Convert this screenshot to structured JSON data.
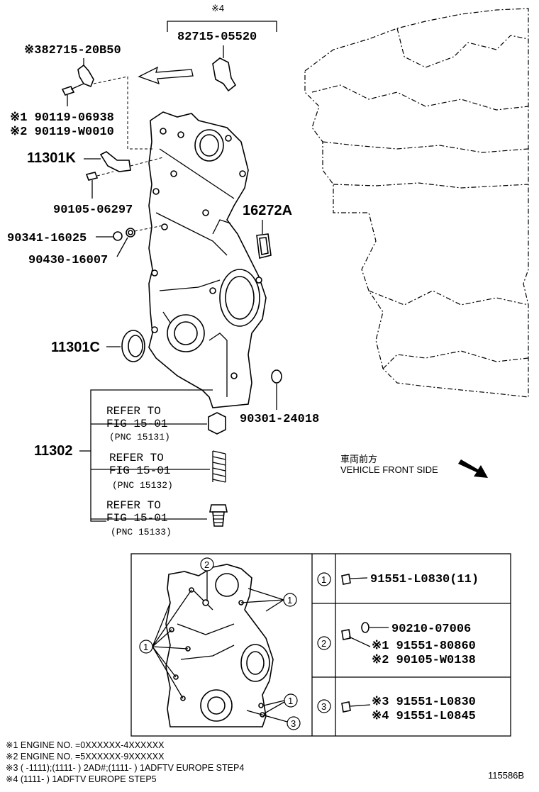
{
  "callouts": {
    "mark4": "※4",
    "p82715_05520": "82715-05520",
    "p82715_20B50": "※382715-20B50",
    "p90119_06938": "※1 90119-06938",
    "p90119_W0010": "※2 90119-W0010",
    "p11301K": "11301K",
    "p90105_06297": "90105-06297",
    "p16272A": "16272A",
    "p90341_16025": "90341-16025",
    "p90430_16007": "90430-16007",
    "p11301C": "11301C",
    "p90301_24018": "90301-24018",
    "p11302": "11302"
  },
  "refer": [
    {
      "line1": "REFER TO",
      "line2": "FIG 15-01",
      "line3": "(PNC 15131)"
    },
    {
      "line1": "REFER TO",
      "line2": "FIG 15-01",
      "line3": "(PNC 15132)"
    },
    {
      "line1": "REFER TO",
      "line2": "FIG 15-01",
      "line3": "(PNC 15133)"
    }
  ],
  "direction": {
    "jp": "車両前方",
    "en": "VEHICLE FRONT SIDE"
  },
  "table": {
    "rows": [
      {
        "num": "1",
        "lines": [
          "91551-L0830(11)"
        ]
      },
      {
        "num": "2",
        "lines": [
          "90210-07006",
          "※1 91551-80860",
          "※2 90105-W0138"
        ]
      },
      {
        "num": "3",
        "lines": [
          "※3 91551-L0830",
          "※4 91551-L0845"
        ]
      }
    ],
    "thumb_labels": [
      "1",
      "2",
      "3"
    ]
  },
  "notes": [
    "※1 ENGINE NO. =0XXXXXX-4XXXXXX",
    "※2 ENGINE NO. =5XXXXXX-9XXXXXX",
    "※3 (      -1111);(1111-      ) 2AD#;(1111-      ) 1ADFTV EUROPE STEP4",
    "※4 (1111-      ) 1ADFTV EUROPE STEP5"
  ],
  "figure_id": "115586B"
}
